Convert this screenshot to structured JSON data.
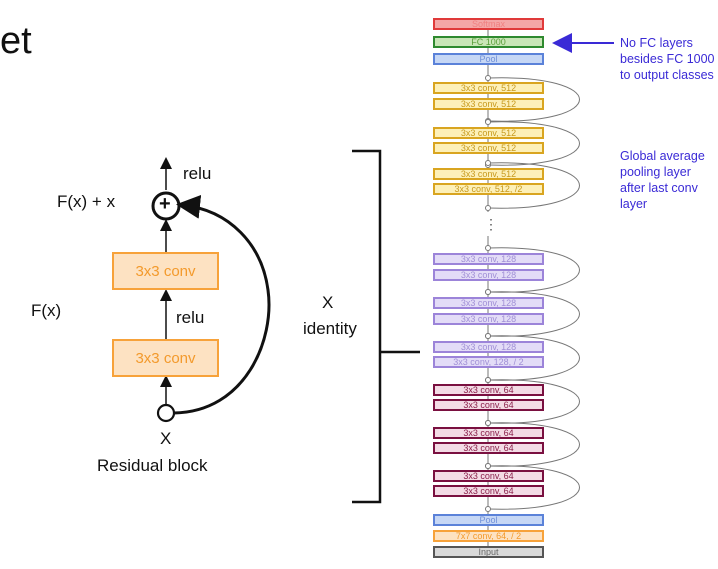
{
  "slide": {
    "title": "et",
    "notes": {
      "no_fc": "No FC layers besides FC 1000 to output classes",
      "global_pool": "Global average pooling layer after last conv layer"
    },
    "colors": {
      "note_text": "#3a2ad6",
      "conv_orange": "#f7a23a",
      "conv_fill": "#fde2c2"
    }
  },
  "block": {
    "relu_top": "relu",
    "fx_plus_x": "F(x) + x",
    "plus_symbol": "+",
    "conv_top": "3x3 conv",
    "relu_mid": "relu",
    "fx": "F(x)",
    "conv_bottom": "3x3 conv",
    "x_input": "X",
    "caption": "Residual block",
    "identity_x": "X",
    "identity_label": "identity"
  },
  "architecture": {
    "dots": "⋮",
    "layers": [
      {
        "text": "Softmax",
        "color": "#f08080",
        "fill": "#f4a7a7",
        "border": "#e03a3a"
      },
      {
        "text": "FC 1000",
        "color": "#5a9e3a",
        "fill": "#c9e6b7",
        "border": "#2f8a2f"
      },
      {
        "text": "Pool",
        "color": "#6f8fd8",
        "fill": "#c6d7f5",
        "border": "#5b82d9"
      },
      {
        "text": "3x3 conv, 512",
        "color": "#c79a1e",
        "fill": "#fdf0b8",
        "border": "#d9a520"
      },
      {
        "text": "3x3 conv, 512",
        "color": "#c79a1e",
        "fill": "#fdf0b8",
        "border": "#d9a520"
      },
      {
        "text": "3x3 conv, 512",
        "color": "#c79a1e",
        "fill": "#fdf0b8",
        "border": "#d9a520"
      },
      {
        "text": "3x3 conv, 512",
        "color": "#c79a1e",
        "fill": "#fdf0b8",
        "border": "#d9a520"
      },
      {
        "text": "3x3 conv, 512",
        "color": "#c79a1e",
        "fill": "#fdf0b8",
        "border": "#d9a520"
      },
      {
        "text": "3x3 conv, 512, /2",
        "color": "#c79a1e",
        "fill": "#fdf0b8",
        "border": "#d9a520"
      },
      {
        "text": "3x3 conv, 128",
        "color": "#a08fd6",
        "fill": "#e3dcf7",
        "border": "#9c84d9"
      },
      {
        "text": "3x3 conv, 128",
        "color": "#a08fd6",
        "fill": "#e3dcf7",
        "border": "#9c84d9"
      },
      {
        "text": "3x3 conv, 128",
        "color": "#a08fd6",
        "fill": "#e3dcf7",
        "border": "#9c84d9"
      },
      {
        "text": "3x3 conv, 128",
        "color": "#a08fd6",
        "fill": "#e3dcf7",
        "border": "#9c84d9"
      },
      {
        "text": "3x3 conv, 128",
        "color": "#a08fd6",
        "fill": "#e3dcf7",
        "border": "#9c84d9"
      },
      {
        "text": "3x3 conv, 128, / 2",
        "color": "#a08fd6",
        "fill": "#e3dcf7",
        "border": "#9c84d9"
      },
      {
        "text": "3x3 conv, 64",
        "color": "#8a1f4a",
        "fill": "#f3dbe5",
        "border": "#7a1040"
      },
      {
        "text": "3x3 conv, 64",
        "color": "#8a1f4a",
        "fill": "#f3dbe5",
        "border": "#7a1040"
      },
      {
        "text": "3x3 conv, 64",
        "color": "#8a1f4a",
        "fill": "#f3dbe5",
        "border": "#7a1040"
      },
      {
        "text": "3x3 conv, 64",
        "color": "#8a1f4a",
        "fill": "#f3dbe5",
        "border": "#7a1040"
      },
      {
        "text": "3x3 conv, 64",
        "color": "#8a1f4a",
        "fill": "#f3dbe5",
        "border": "#7a1040"
      },
      {
        "text": "3x3 conv, 64",
        "color": "#8a1f4a",
        "fill": "#f3dbe5",
        "border": "#7a1040"
      },
      {
        "text": "Pool",
        "color": "#6f8fd8",
        "fill": "#c6d7f5",
        "border": "#5b82d9"
      },
      {
        "text": "7x7 conv, 64, / 2",
        "color": "#f39a2c",
        "fill": "#fde2c2",
        "border": "#f7a23a"
      },
      {
        "text": "Input",
        "color": "#666666",
        "fill": "#d9d9d9",
        "border": "#555555"
      }
    ]
  }
}
